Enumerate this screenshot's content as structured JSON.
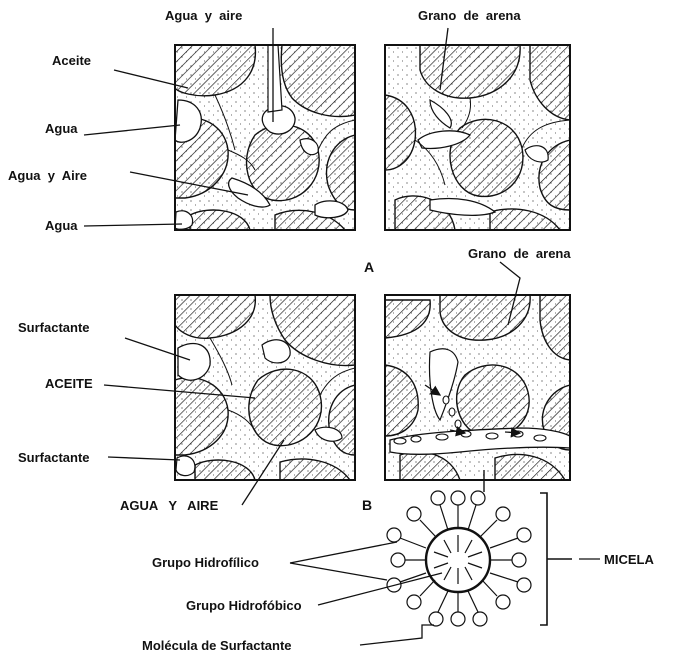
{
  "labels": {
    "agua_y_aire_top": "Agua  y  aire",
    "grano_de_arena_top": "Grano  de  arena",
    "aceite": "Aceite",
    "agua_1": "Agua",
    "agua_y_aire_left": "Agua  y  Aire",
    "agua_2": "Agua",
    "section_a": "A",
    "grano_de_arena_mid": "Grano  de  arena",
    "surfactante_1": "Surfactante",
    "aceite_caps": "ACEITE",
    "surfactante_2": "Surfactante",
    "agua_y_aire_caps": "AGUA   Y   AIRE",
    "section_b": "B",
    "grupo_hidrofilico": "Grupo Hidrofílico",
    "grupo_hidrofobico": "Grupo Hidrofóbico",
    "molecula_surfactante": "Molécula de Surfactante",
    "micela": "MICELA"
  },
  "colors": {
    "ink": "#111111",
    "paper": "#ffffff"
  }
}
